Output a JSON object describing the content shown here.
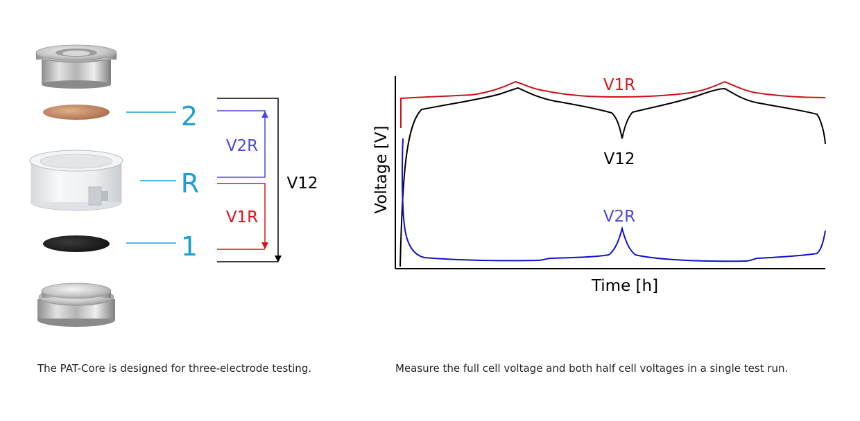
{
  "diagram": {
    "electrode_labels": {
      "top": "2",
      "middle": "R",
      "bottom": "1"
    },
    "voltage_labels": {
      "v2r": "V2R",
      "v1r": "V1R",
      "v12": "V12"
    },
    "colors": {
      "cyan": "#1a9fd6",
      "blue": "#4b48d6",
      "red": "#d8141a",
      "black": "#000000"
    }
  },
  "chart_data": {
    "type": "line",
    "xlabel": "Time [h]",
    "ylabel": "Voltage [V]",
    "series": [
      {
        "name": "V1R",
        "color": "#cf1018"
      },
      {
        "name": "V12",
        "color": "#000000"
      },
      {
        "name": "V2R",
        "color": "#1010c8"
      }
    ],
    "series_label_colors": {
      "V1R": "#d8141a",
      "V12": "#000000",
      "V2R": "#4b48d6"
    },
    "grid": false
  },
  "captions": {
    "left": "The PAT-Core is designed for three-electrode testing.",
    "right": "Measure the full cell voltage and both half cell voltages in a single test run."
  }
}
